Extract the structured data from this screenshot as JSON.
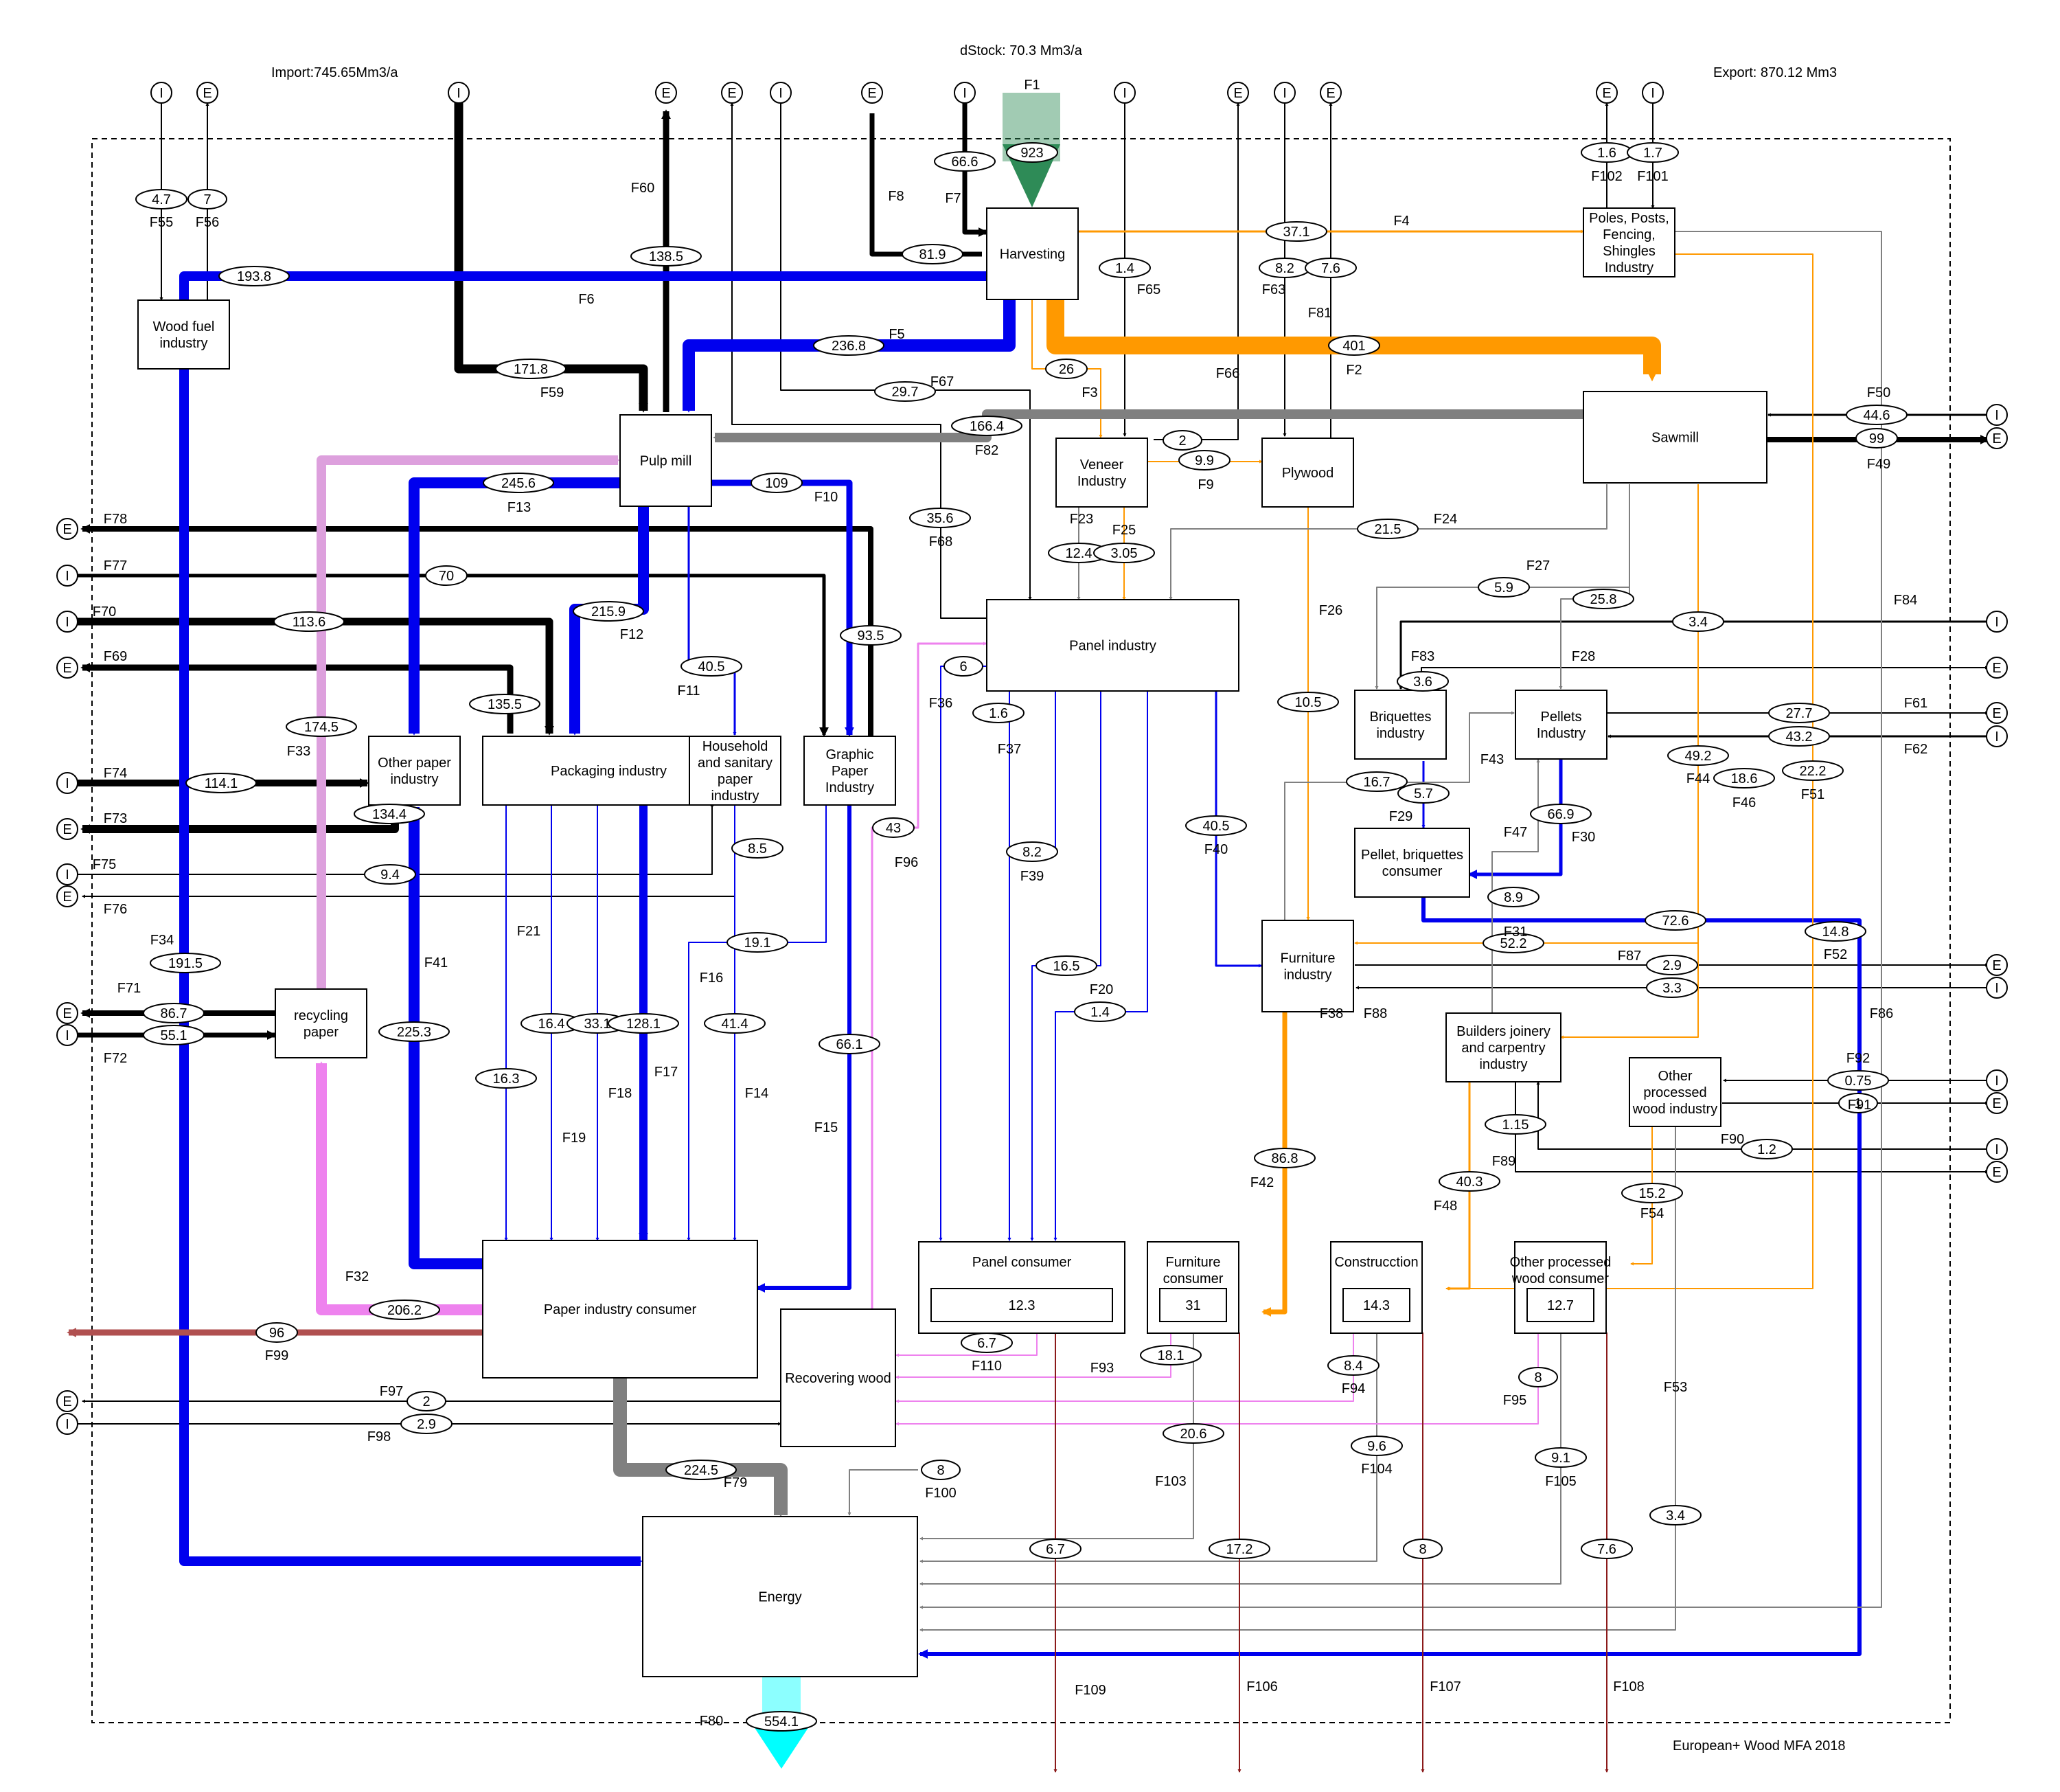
{
  "header": {
    "import_label": "Import:745.65Mm3/a",
    "dstock_label": "dStock: 70.3 Mm3/a",
    "export_label": "Export: 870.12 Mm3",
    "footer": "European+ Wood MFA 2018"
  },
  "colors": {
    "blue": "#0000ee",
    "black": "#000000",
    "orange": "#ff9900",
    "gray": "#808080",
    "pink": "#ee82ee",
    "lightpink": "#dda0dd",
    "darkred": "#8b1a1a",
    "green": "#2e8b57",
    "cyan": "#00ffff"
  },
  "boxes": [
    {
      "id": "harvesting",
      "lines": [
        "Harvesting"
      ]
    },
    {
      "id": "poles",
      "lines": [
        "Poles, Posts,",
        "Fencing,",
        "Shingles",
        "Industry"
      ]
    },
    {
      "id": "woodfuel",
      "lines": [
        "Wood fuel",
        "industry"
      ]
    },
    {
      "id": "pulpmill",
      "lines": [
        "Pulp mill"
      ]
    },
    {
      "id": "veneer",
      "lines": [
        "Veneer",
        "Industry"
      ]
    },
    {
      "id": "plywood",
      "lines": [
        "Plywood"
      ]
    },
    {
      "id": "sawmill",
      "lines": [
        "Sawmill"
      ]
    },
    {
      "id": "panel",
      "lines": [
        "Panel industry"
      ]
    },
    {
      "id": "otherpaper",
      "lines": [
        "Other paper",
        "industry"
      ]
    },
    {
      "id": "packaging",
      "lines": [
        "Packaging industry"
      ]
    },
    {
      "id": "household",
      "lines": [
        "Household",
        "and sanitary",
        "paper",
        "industry"
      ]
    },
    {
      "id": "graphic",
      "lines": [
        "Graphic",
        "Paper",
        "Industry"
      ]
    },
    {
      "id": "briquettes",
      "lines": [
        "Briquettes",
        "industry"
      ]
    },
    {
      "id": "pellets",
      "lines": [
        "Pellets",
        "Industry"
      ]
    },
    {
      "id": "pelletcons",
      "lines": [
        "Pellet, briquettes",
        "consumer"
      ]
    },
    {
      "id": "furniture",
      "lines": [
        "Furniture",
        "industry"
      ]
    },
    {
      "id": "builders",
      "lines": [
        "Builders joinery",
        "and carpentry",
        "industry"
      ]
    },
    {
      "id": "otherproc",
      "lines": [
        "Other",
        "processed",
        "wood industry"
      ]
    },
    {
      "id": "recycling",
      "lines": [
        "recycling",
        "paper"
      ]
    },
    {
      "id": "paperconsumer",
      "lines": [
        "Paper industry consumer"
      ]
    },
    {
      "id": "recovering",
      "lines": [
        "Recovering wood"
      ]
    },
    {
      "id": "energy",
      "lines": [
        "Energy"
      ]
    },
    {
      "id": "panelcons",
      "lines": [
        "Panel consumer"
      ],
      "stock": "12.3"
    },
    {
      "id": "furncons",
      "lines": [
        "Furniture",
        "consumer"
      ],
      "stock": "31"
    },
    {
      "id": "construct",
      "lines": [
        "Construcction"
      ],
      "stock": "14.3"
    },
    {
      "id": "otherprocons",
      "lines": [
        "Other processed",
        "wood consumer"
      ],
      "stock": "12.7"
    }
  ],
  "values": [
    "923",
    "66.6",
    "81.9",
    "37.1",
    "1.6",
    "1.7",
    "4.7",
    "7",
    "193.8",
    "138.5",
    "171.8",
    "236.8",
    "1.4",
    "8.2",
    "7.6",
    "401",
    "26",
    "29.7",
    "166.4",
    "2",
    "9.9",
    "44.6",
    "99",
    "245.6",
    "109",
    "35.6",
    "21.5",
    "12.4",
    "3.05",
    "70",
    "113.6",
    "215.9",
    "5.9",
    "25.8",
    "3.4",
    "93.5",
    "40.5",
    "6",
    "3.6",
    "135.5",
    "1.6",
    "10.5",
    "27.7",
    "43.2",
    "174.5",
    "49.2",
    "18.6",
    "22.2",
    "114.1",
    "16.7",
    "5.7",
    "134.4",
    "66.9",
    "43",
    "8.5",
    "8.2",
    "40.5",
    "9.4",
    "8.9",
    "72.6",
    "14.8",
    "19.1",
    "52.2",
    "16.5",
    "191.5",
    "2.9",
    "3.3",
    "86.7",
    "1.4",
    "16.4",
    "33.1",
    "128.1",
    "41.4",
    "55.1",
    "225.3",
    "66.1",
    "0.75",
    "1",
    "16.3",
    "1.15",
    "1.2",
    "86.8",
    "40.3",
    "15.2",
    "96",
    "206.2",
    "6.7",
    "18.1",
    "8.4",
    "8",
    "2",
    "2.9",
    "20.6",
    "9.6",
    "9.1",
    "224.5",
    "8",
    "3.4",
    "6.7",
    "17.2",
    "8",
    "7.6",
    "554.1"
  ],
  "flows": [
    "F1",
    "F7",
    "F8",
    "F4",
    "F102",
    "F101",
    "F55",
    "F56",
    "F60",
    "F6",
    "F65",
    "F63",
    "F81",
    "F5",
    "F59",
    "F67",
    "F2",
    "F3",
    "F66",
    "F82",
    "F50",
    "F49",
    "F9",
    "F13",
    "F10",
    "F23",
    "F24",
    "F25",
    "F68",
    "F27",
    "F78",
    "F77",
    "F70",
    "F12",
    "F84",
    "F28",
    "F83",
    "F11",
    "F69",
    "F36",
    "F26",
    "F37",
    "F61",
    "F43",
    "F62",
    "F44",
    "F46",
    "F51",
    "F33",
    "F74",
    "F29",
    "F73",
    "F47",
    "F30",
    "F96",
    "F75",
    "F39",
    "F40",
    "F76",
    "F31",
    "F87",
    "F52",
    "F34",
    "F41",
    "F21",
    "F20",
    "F38",
    "F71",
    "F88",
    "F86",
    "F72",
    "F16",
    "F14",
    "F17",
    "F18",
    "F92",
    "F91",
    "F19",
    "F15",
    "F90",
    "F89",
    "F42",
    "F48",
    "F54",
    "F32",
    "F99",
    "F110",
    "F93",
    "F94",
    "F95",
    "F97",
    "F98",
    "F100",
    "F103",
    "F104",
    "F105",
    "F53",
    "F79",
    "F109",
    "F106",
    "F107",
    "F108",
    "F80"
  ],
  "node_labels": {
    "import": "I",
    "export": "E"
  }
}
